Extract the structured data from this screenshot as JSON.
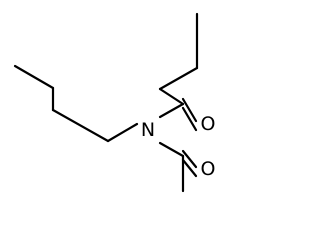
{
  "molecule": {
    "atoms": [
      {
        "id": "n1",
        "symbol": "N",
        "color": "#000000"
      },
      {
        "id": "o1",
        "symbol": "O",
        "color": "#000000"
      },
      {
        "id": "o2",
        "symbol": "O",
        "color": "#000000"
      }
    ]
  },
  "colors": {
    "background": "#ffffff",
    "bond": "#000000"
  }
}
